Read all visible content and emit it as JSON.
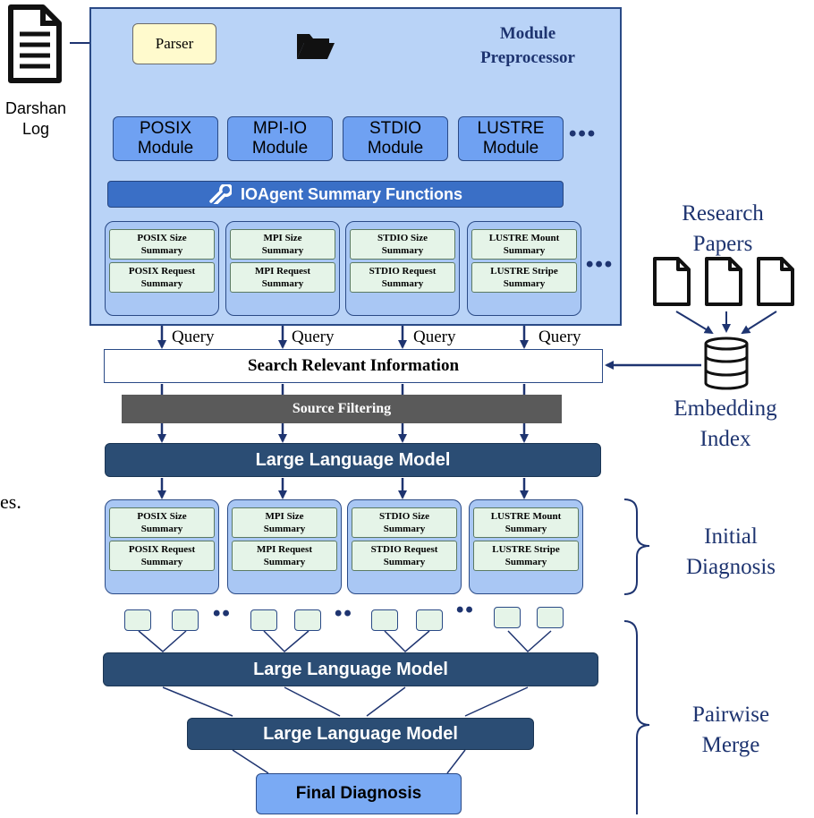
{
  "log": {
    "label_line1": "Darshan",
    "label_line2": "Log"
  },
  "parser": {
    "label": "Parser"
  },
  "preprocessor": {
    "title_line1": "Module",
    "title_line2": "Preprocessor"
  },
  "modules": [
    {
      "line1": "POSIX",
      "line2": "Module"
    },
    {
      "line1": "MPI-IO",
      "line2": "Module"
    },
    {
      "line1": "STDIO",
      "line2": "Module"
    },
    {
      "line1": "LUSTRE",
      "line2": "Module"
    }
  ],
  "summary_functions": {
    "label": "IOAgent Summary Functions"
  },
  "summary_groups": [
    {
      "top_line1": "POSIX Size",
      "top_line2": "Summary",
      "bottom_line1": "POSIX Request",
      "bottom_line2": "Summary"
    },
    {
      "top_line1": "MPI Size",
      "top_line2": "Summary",
      "bottom_line1": "MPI Request",
      "bottom_line2": "Summary"
    },
    {
      "top_line1": "STDIO Size",
      "top_line2": "Summary",
      "bottom_line1": "STDIO Request",
      "bottom_line2": "Summary"
    },
    {
      "top_line1": "LUSTRE Mount",
      "top_line2": "Summary",
      "bottom_line1": "LUSTRE Stripe",
      "bottom_line2": "Summary"
    }
  ],
  "ellipsis": "•••",
  "query_label": "Query",
  "search": {
    "label": "Search Relevant Information"
  },
  "filter": {
    "label": "Source Filtering"
  },
  "llm": {
    "label": "Large Language Model"
  },
  "research_papers": {
    "line1": "Research",
    "line2": "Papers"
  },
  "embedding": {
    "line1": "Embedding",
    "line2": "Index"
  },
  "initial_diagnosis": {
    "line1": "Initial",
    "line2": "Diagnosis"
  },
  "pairwise_merge": {
    "line1": "Pairwise",
    "line2": "Merge"
  },
  "final": {
    "label": "Final Diagnosis"
  },
  "cutoff_text": "es.",
  "colors": {
    "preprocessor_bg": "#b9d3f7",
    "module_bg": "#6fa1f2",
    "summary_bg": "#e5f4e8",
    "llm_bg": "#2b4d74",
    "filter_bg": "#5a5a5a",
    "accent": "#1e3470"
  }
}
